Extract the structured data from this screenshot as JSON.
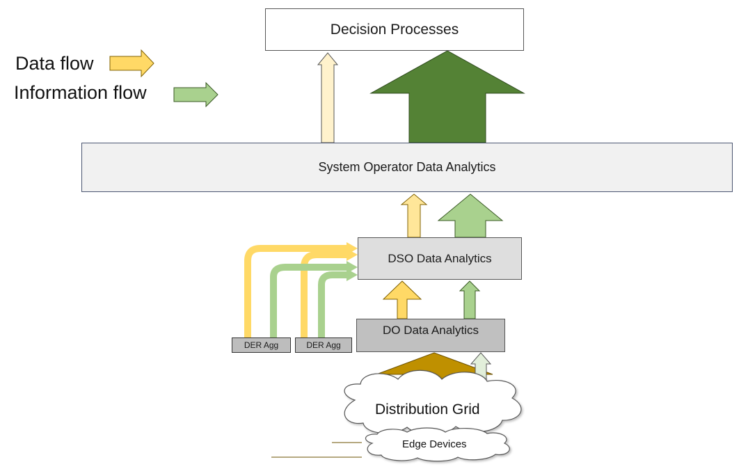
{
  "legend": {
    "data_flow_label": "Data flow",
    "information_flow_label": "Information flow"
  },
  "boxes": {
    "decision_processes": "Decision Processes",
    "system_operator": "System Operator Data Analytics",
    "dso": "DSO Data Analytics",
    "do": "DO Data Analytics",
    "der_agg_1": "DER Agg",
    "der_agg_2": "DER Agg"
  },
  "clouds": {
    "distribution_grid": "Distribution Grid",
    "edge_devices": "Edge Devices"
  },
  "colors": {
    "data_flow": "#ffd966",
    "information_flow": "#a9d18e",
    "dark_information": "#548235",
    "light_data": "#fff2cc",
    "light_information": "#e2efda",
    "edge_data": "#bf9000",
    "outline": "#333333"
  }
}
